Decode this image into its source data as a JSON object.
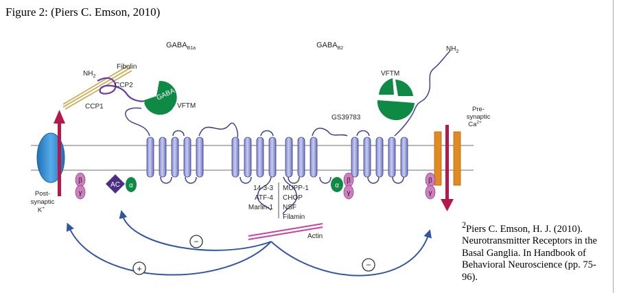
{
  "caption": "Figure 2: (Piers C. Emson, 2010)",
  "figure": {
    "gaba_b1a": "GABA",
    "gaba_b1a_sub": "B1a",
    "gaba_b2": "GABA",
    "gaba_b2_sub": "B2",
    "nh2_left": "NH",
    "nh2_right": "NH",
    "nh2_sub": "2",
    "fibulin": "Fibulin",
    "ccp2": "CCP2",
    "ccp1": "CCP1",
    "gaba_ligand": "GABA",
    "vftm_left": "VFTM",
    "vftm_right": "VFTM",
    "gs39783": "GS39783",
    "pre": "Pre-",
    "synaptic_pre": "synaptic",
    "ca": "Ca",
    "ca_sup": "2+",
    "post": "Post-",
    "synaptic_post": "synaptic",
    "k": "K",
    "k_sup": "+",
    "ac": "AC",
    "alpha": "α",
    "beta": "β",
    "gamma": "γ",
    "partners_left": [
      "14-3-3",
      "ATF-4",
      "Marlin-1"
    ],
    "partners_right": [
      "MUPP-1",
      "CHOP",
      "NSF",
      "Filamin"
    ],
    "actin": "Actin",
    "minus": "−",
    "plus": "+"
  },
  "reference": {
    "sup": "2",
    "text": "Piers C. Emson, H. J. (2010). Neurotransmitter Receptors in the Basal Ganglia. In Handbook of Behavioral Neuroscience (pp. 75-96)."
  },
  "colors": {
    "helix": "#a9aee0",
    "helix_stroke": "#3c4190",
    "vftm": "#0f8a45",
    "k_channel": "#3a91d6",
    "ca_channel": "#e08a22",
    "arrow_red": "#b5184a",
    "arrow_blue": "#2f54a8",
    "g_subunit": "#cf7fbf",
    "alpha": "#0f8a45",
    "ac": "#4b2f87",
    "linker": "#3c4190",
    "actin": "#cc3fa0",
    "fibulin": "#c9a648"
  }
}
